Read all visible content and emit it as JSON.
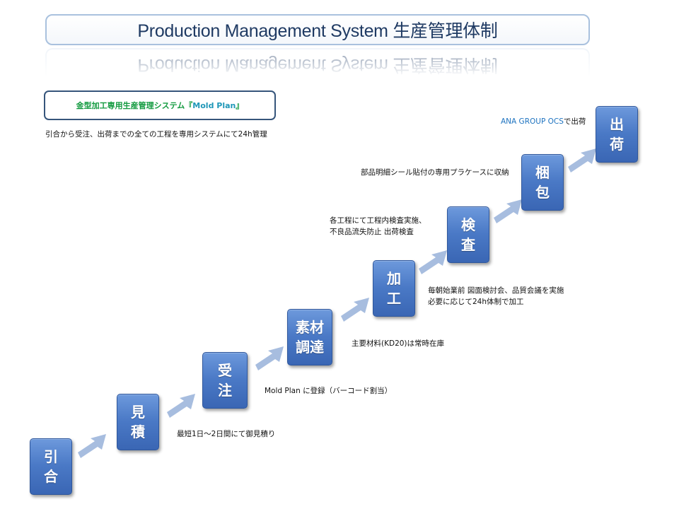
{
  "title": "Production Management System 生産管理体制",
  "system_box": {
    "prefix": "金型加工専用生産管理システム『",
    "name": "Mold Plan",
    "suffix": "』"
  },
  "description": "引合から受注、出荷までの全ての工程を専用システムにて24h管理",
  "steps": [
    {
      "line1": "引",
      "line2": "合"
    },
    {
      "line1": "見",
      "line2": "積"
    },
    {
      "line1": "受",
      "line2": "注"
    },
    {
      "line1": "素材",
      "line2": "調達"
    },
    {
      "line1": "加",
      "line2": "工"
    },
    {
      "line1": "検",
      "line2": "査"
    },
    {
      "line1": "梱",
      "line2": "包"
    },
    {
      "line1": "出",
      "line2": "荷"
    }
  ],
  "notes": {
    "estimate": "最短1日～2日間にて御見積り",
    "order": "Mold Plan に登録（バーコード割当）",
    "material": "主要材料(KD20)は常時在庫",
    "machining_line1": "毎朝始業前 図面検討会、品質会議を実施",
    "machining_line2": "必要に応じて24h体制で加工",
    "inspection_line1": "各工程にて工程内検査実施、",
    "inspection_line2": "不良品流失防止 出荷検査",
    "packing": "部品明細シール貼付の専用プラケースに収納",
    "shipping_brand": "ANA GROUP OCS",
    "shipping_suffix": "で出荷"
  },
  "colors": {
    "step_fill": "#4a79c6",
    "arrow": "#a7bddf",
    "title_text": "#1f3a63",
    "title_border": "#a9c1de",
    "system_border": "#36557b",
    "green_text": "#129a3f",
    "teal_text": "#1f97b8",
    "blue_text": "#1e73c0"
  }
}
